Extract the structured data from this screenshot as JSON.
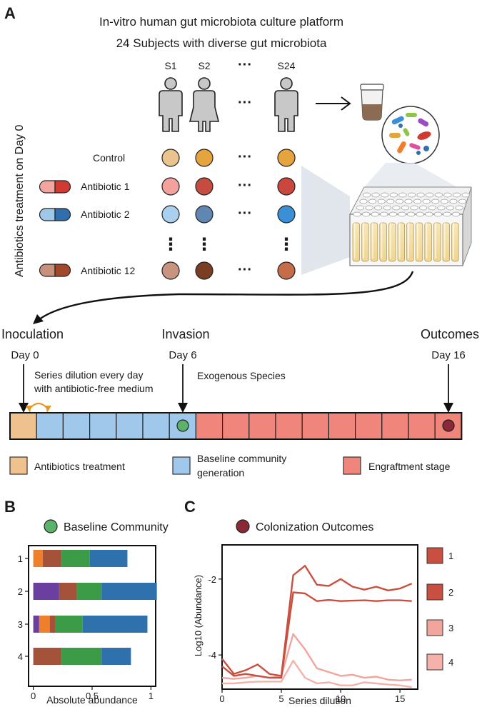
{
  "panel_a": {
    "label": "A",
    "title_line1": "In-vitro human gut microbiota culture platform",
    "title_line2": "24 Subjects with diverse gut microbiota",
    "side_label": "Antibiotics treatment on Day 0",
    "subjects": [
      "S1",
      "S2",
      "S24"
    ],
    "ellipsis": "···",
    "vertical_ellipsis": "⋮",
    "treatments": [
      {
        "label": "Control",
        "colors": [
          "#e9c48f",
          "#e5a43d",
          "#e5a43d"
        ]
      },
      {
        "label": "Antibiotic 1",
        "pill": [
          "#f3a5a0",
          "#cf3b32"
        ],
        "colors": [
          "#f3a19c",
          "#c44d40",
          "#c9473c"
        ]
      },
      {
        "label": "Antibiotic 2",
        "pill": [
          "#9ec8ea",
          "#2f6fb0"
        ],
        "colors": [
          "#a9d0ef",
          "#5f87b1",
          "#3a8fd6"
        ]
      },
      {
        "label": "Antibiotic 12",
        "pill": [
          "#c9917c",
          "#a4482c"
        ],
        "colors": [
          "#c9947f",
          "#7a3e25",
          "#c56c4a"
        ]
      }
    ]
  },
  "timeline": {
    "stages": [
      {
        "title": "Inoculation",
        "day": "Day 0"
      },
      {
        "title": "Invasion",
        "day": "Day 6"
      },
      {
        "title": "Outcomes",
        "day": "Day 16"
      }
    ],
    "dilution_note_line1": "Series dilution every day",
    "dilution_note_line2": "with antibiotic-free medium",
    "exogenous_label": "Exogenous Species",
    "legend": [
      {
        "label_lines": [
          "Antibiotics treatment"
        ],
        "color": "#efc18f"
      },
      {
        "label_lines": [
          "Baseline community",
          "generation"
        ],
        "color": "#9fc8ea"
      },
      {
        "label_lines": [
          "Engraftment stage"
        ],
        "color": "#f0857c"
      }
    ]
  },
  "panel_b": {
    "label": "B",
    "title": "Baseline Community",
    "xlabel": "Absolute abundance",
    "marker_color": "#5ab26b"
  },
  "panel_c": {
    "label": "C",
    "title": "Colonization Outcomes",
    "ylabel": "Log10 (Abundance)",
    "xlabel": "Series dilution",
    "marker_color": "#8a2a36"
  },
  "chart_data": [
    {
      "type": "bar",
      "orientation": "horizontal",
      "stacked": true,
      "categories": [
        "1",
        "2",
        "3",
        "4"
      ],
      "series": [
        {
          "color": "#6a3fa0",
          "values": [
            0,
            0.22,
            0.05,
            0
          ]
        },
        {
          "color": "#ef7f2a",
          "values": [
            0.08,
            0,
            0.09,
            0
          ]
        },
        {
          "color": "#a5523a",
          "values": [
            0.16,
            0.15,
            0.05,
            0.24
          ]
        },
        {
          "color": "#3c9b47",
          "values": [
            0.24,
            0.21,
            0.23,
            0.34
          ]
        },
        {
          "color": "#2f71ad",
          "values": [
            0.32,
            0.47,
            0.55,
            0.25
          ]
        }
      ],
      "xticks": [
        "0",
        "0.5",
        "1"
      ],
      "xtick_values": [
        0,
        0.5,
        1
      ],
      "xlim": [
        -0.04,
        1.04
      ],
      "xlabel": "Absolute abundance"
    },
    {
      "type": "line",
      "x": [
        0,
        1,
        2,
        3,
        4,
        5,
        6,
        7,
        8,
        9,
        10,
        11,
        12,
        13,
        14,
        15,
        16
      ],
      "xticks": [
        "0",
        "5",
        "10",
        "15"
      ],
      "xtick_values": [
        0,
        5,
        10,
        15
      ],
      "yticks": [
        "-2",
        "-4"
      ],
      "ytick_values": [
        -2,
        -4
      ],
      "xlim": [
        0,
        16.5
      ],
      "ylim": [
        -4.9,
        -1.1
      ],
      "xlabel": "Series dilution",
      "ylabel": "Log10 (Abundance)",
      "legend_position": "right",
      "series": [
        {
          "name": "1",
          "color": "#c95040",
          "values": [
            -4.1,
            -4.5,
            -4.4,
            -4.25,
            -4.5,
            -4.55,
            -1.9,
            -1.65,
            -2.15,
            -2.18,
            -2.0,
            -2.2,
            -2.28,
            -2.2,
            -2.3,
            -2.25,
            -2.12
          ]
        },
        {
          "name": "2",
          "color": "#c95040",
          "values": [
            -4.3,
            -4.55,
            -4.5,
            -4.55,
            -4.6,
            -4.6,
            -2.35,
            -2.38,
            -2.58,
            -2.55,
            -2.58,
            -2.57,
            -2.56,
            -2.58,
            -2.56,
            -2.56,
            -2.58
          ]
        },
        {
          "name": "3",
          "color": "#f2a59c",
          "values": [
            -4.6,
            -4.63,
            -4.6,
            -4.55,
            -4.6,
            -4.55,
            -3.45,
            -3.85,
            -4.35,
            -4.45,
            -4.55,
            -4.52,
            -4.6,
            -4.57,
            -4.65,
            -4.67,
            -4.65
          ]
        },
        {
          "name": "4",
          "color": "#f4b2aa",
          "values": [
            -4.75,
            -4.75,
            -4.72,
            -4.7,
            -4.7,
            -4.7,
            -4.15,
            -4.6,
            -4.75,
            -4.72,
            -4.8,
            -4.8,
            -4.72,
            -4.75,
            -4.78,
            -4.8,
            -4.85
          ]
        }
      ]
    }
  ]
}
